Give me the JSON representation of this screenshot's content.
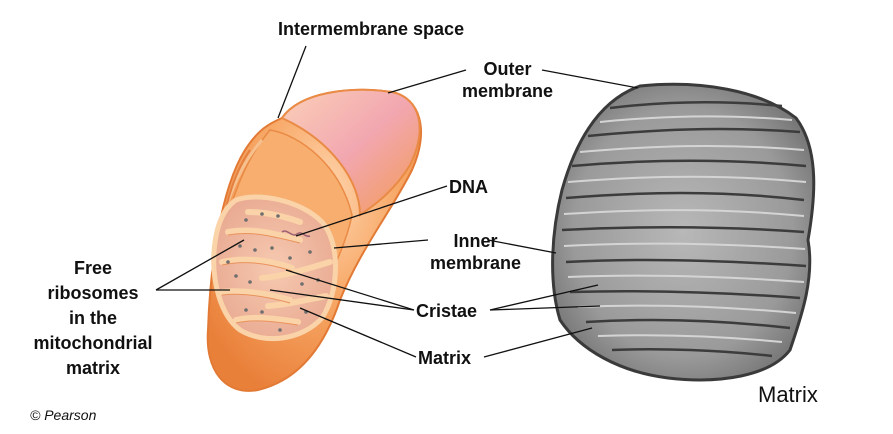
{
  "labels": {
    "intermembrane_space": "Intermembrane space",
    "outer_membrane": "Outer\nmembrane",
    "dna": "DNA",
    "inner_membrane": "Inner\nmembrane",
    "free_ribosomes": "Free\nribosomes\nin the\nmitochondrial\nmatrix",
    "cristae": "Cristae",
    "matrix": "Matrix",
    "photo_matrix": "Matrix"
  },
  "credit": "© Pearson",
  "colors": {
    "outer_orange": "#f39a54",
    "inner_orange": "#fbc48f",
    "matrix_pink": "#f0b9a0",
    "micrograph_gray": "#8a8a8a"
  }
}
